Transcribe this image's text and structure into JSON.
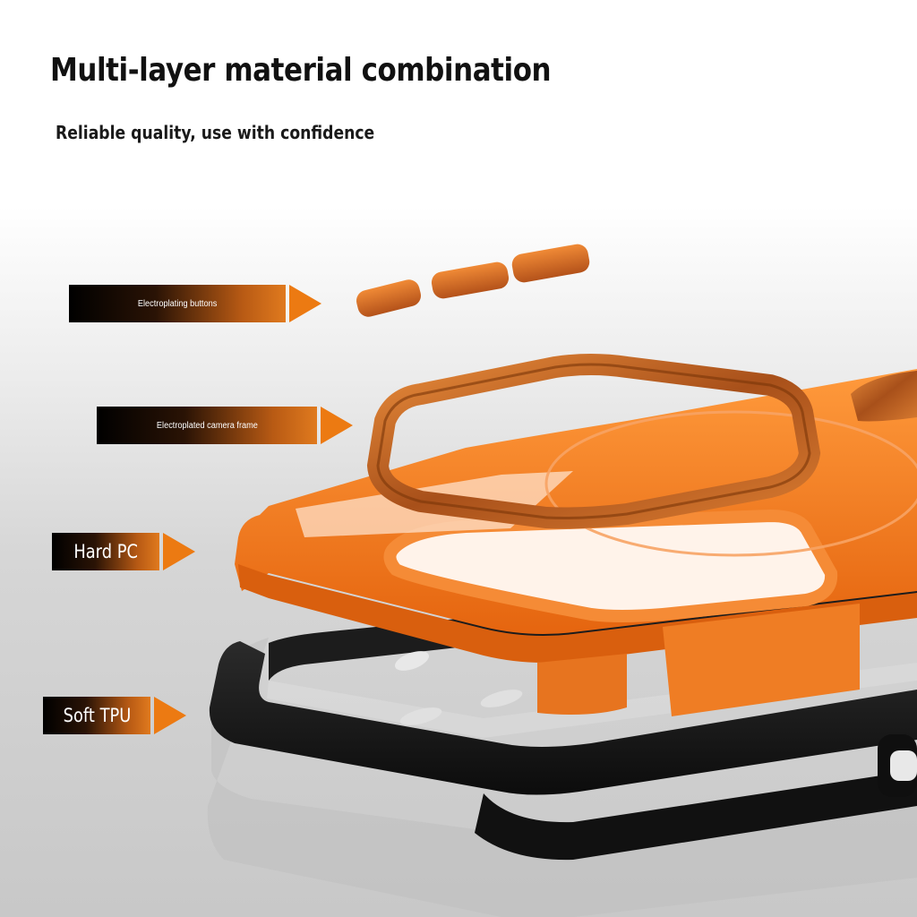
{
  "header": {
    "title": "Multi-layer material combination",
    "subtitle": "Reliable quality, use with confidence"
  },
  "labels": [
    {
      "text": "Electroplating buttons"
    },
    {
      "text": "Electroplated camera frame"
    },
    {
      "text": "Hard PC"
    },
    {
      "text": "Soft TPU"
    }
  ],
  "colors": {
    "accent_orange": "#ec7a12",
    "case_orange": "#f47a1e",
    "frame_copper": "#c8631a",
    "tpu_black": "#1a1a1a"
  }
}
